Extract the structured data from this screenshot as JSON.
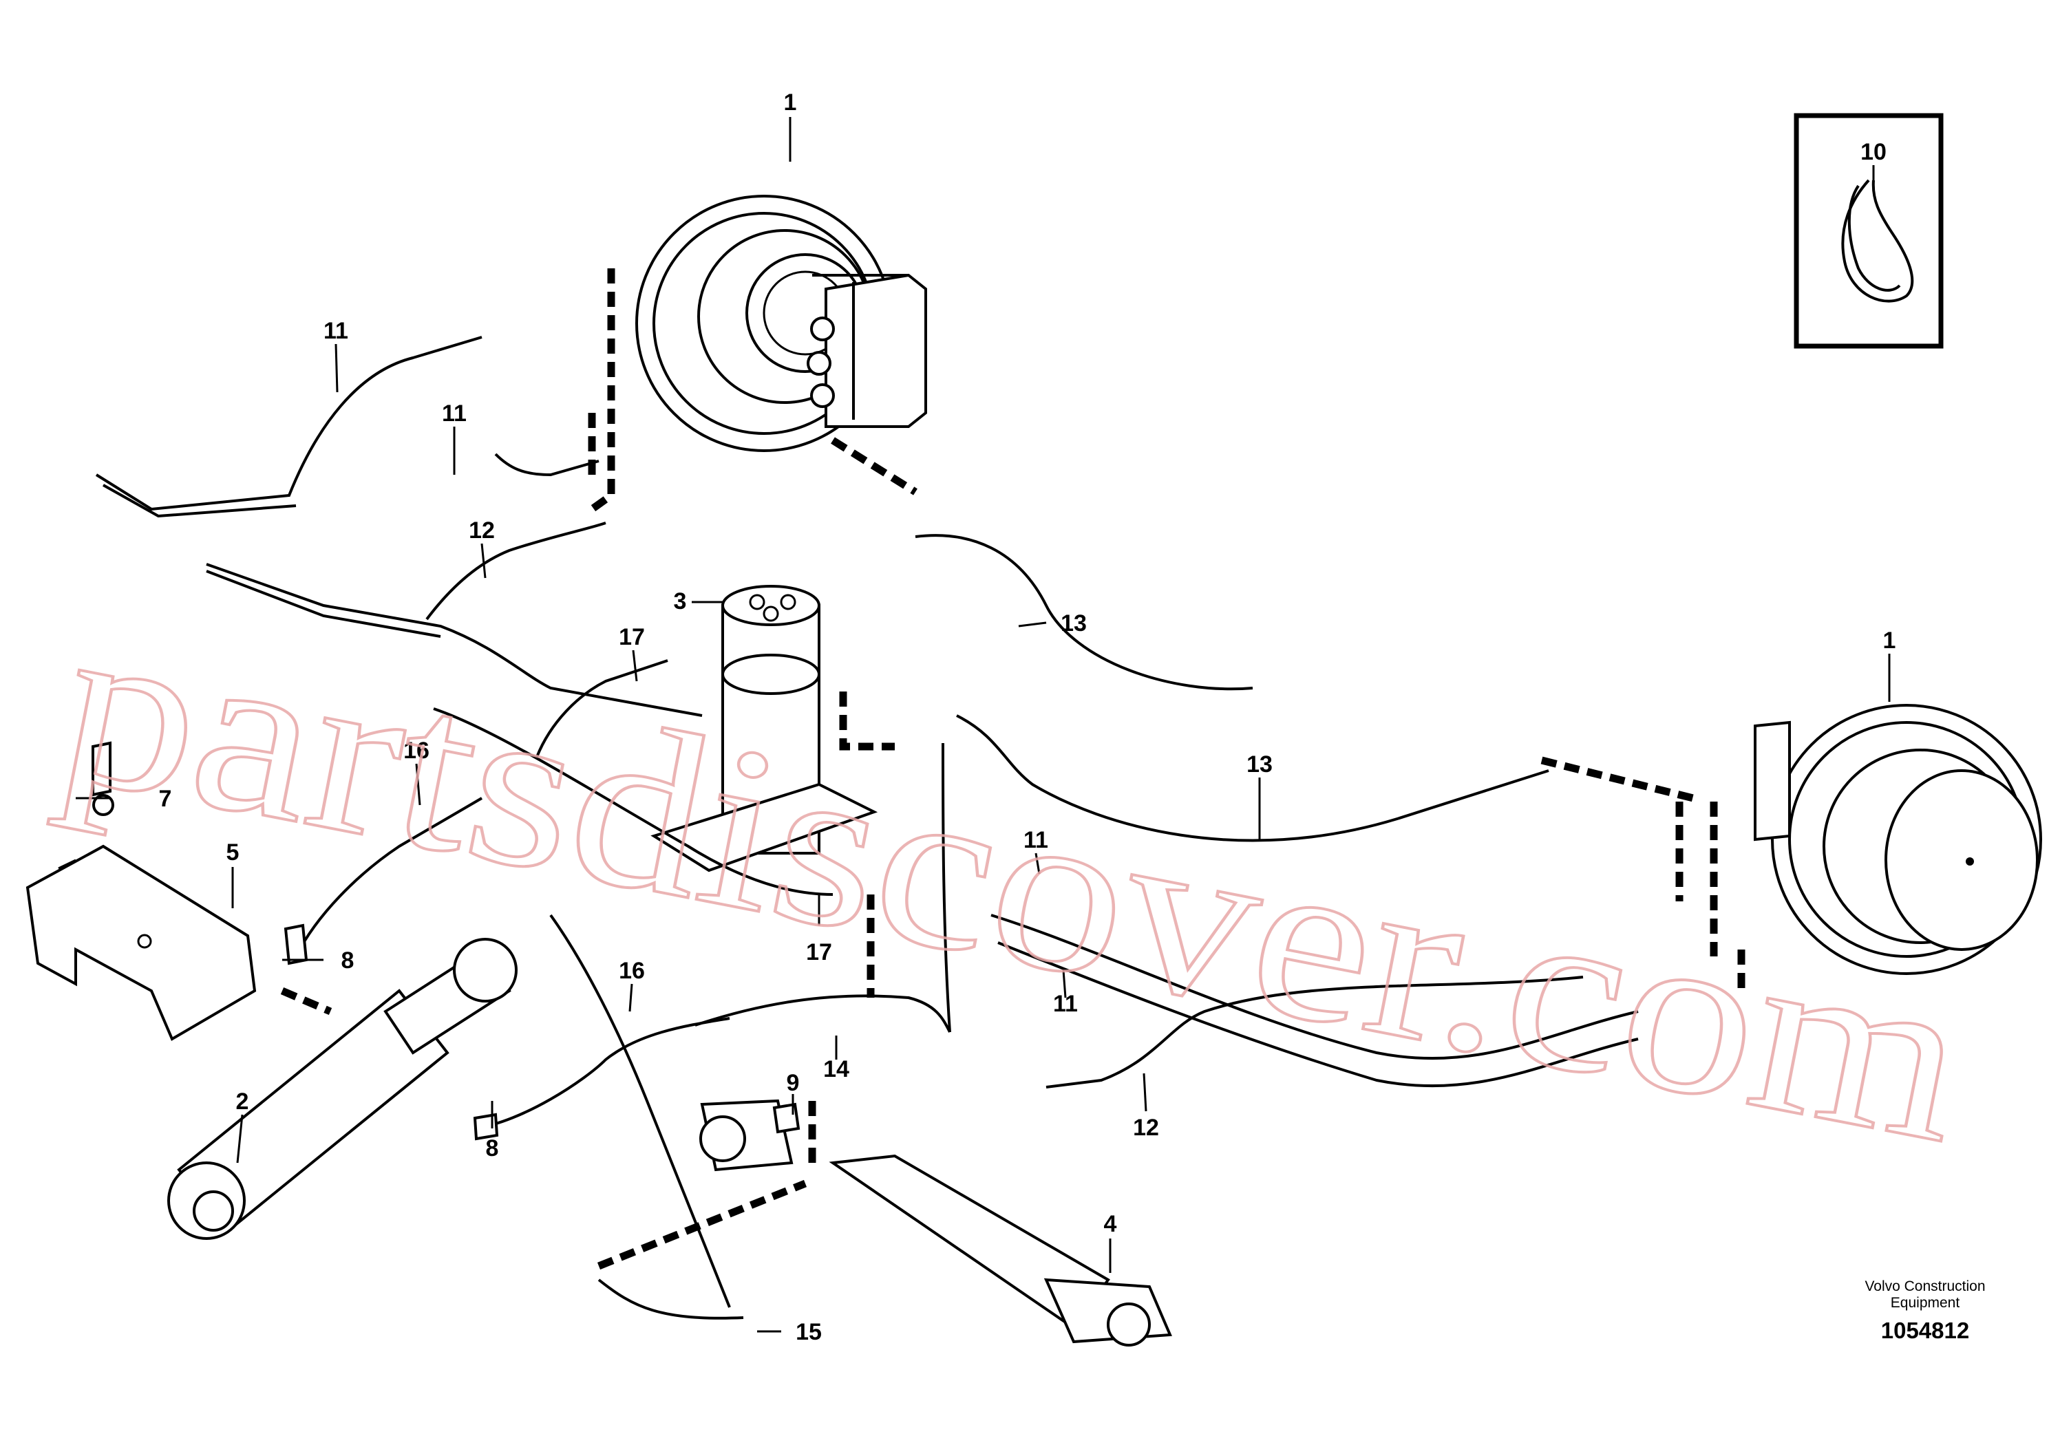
{
  "diagram": {
    "callouts": [
      {
        "id": "c1a",
        "text": "1"
      },
      {
        "id": "c1b",
        "text": "1"
      },
      {
        "id": "c2",
        "text": "2"
      },
      {
        "id": "c3",
        "text": "3"
      },
      {
        "id": "c4",
        "text": "4"
      },
      {
        "id": "c5",
        "text": "5"
      },
      {
        "id": "c7",
        "text": "7"
      },
      {
        "id": "c8a",
        "text": "8"
      },
      {
        "id": "c8b",
        "text": "8"
      },
      {
        "id": "c9",
        "text": "9"
      },
      {
        "id": "c10",
        "text": "10"
      },
      {
        "id": "c11a",
        "text": "11"
      },
      {
        "id": "c11b",
        "text": "11"
      },
      {
        "id": "c11c",
        "text": "11"
      },
      {
        "id": "c11d",
        "text": "11"
      },
      {
        "id": "c12a",
        "text": "12"
      },
      {
        "id": "c12b",
        "text": "12"
      },
      {
        "id": "c13a",
        "text": "13"
      },
      {
        "id": "c13b",
        "text": "13"
      },
      {
        "id": "c14",
        "text": "14"
      },
      {
        "id": "c15",
        "text": "15"
      },
      {
        "id": "c16a",
        "text": "16"
      },
      {
        "id": "c16b",
        "text": "16"
      },
      {
        "id": "c17a",
        "text": "17"
      },
      {
        "id": "c17b",
        "text": "17"
      }
    ],
    "footer": {
      "company_line1": "Volvo Construction",
      "company_line2": "Equipment",
      "drawing_number": "1054812"
    },
    "watermark": "partsdiscover.com"
  }
}
